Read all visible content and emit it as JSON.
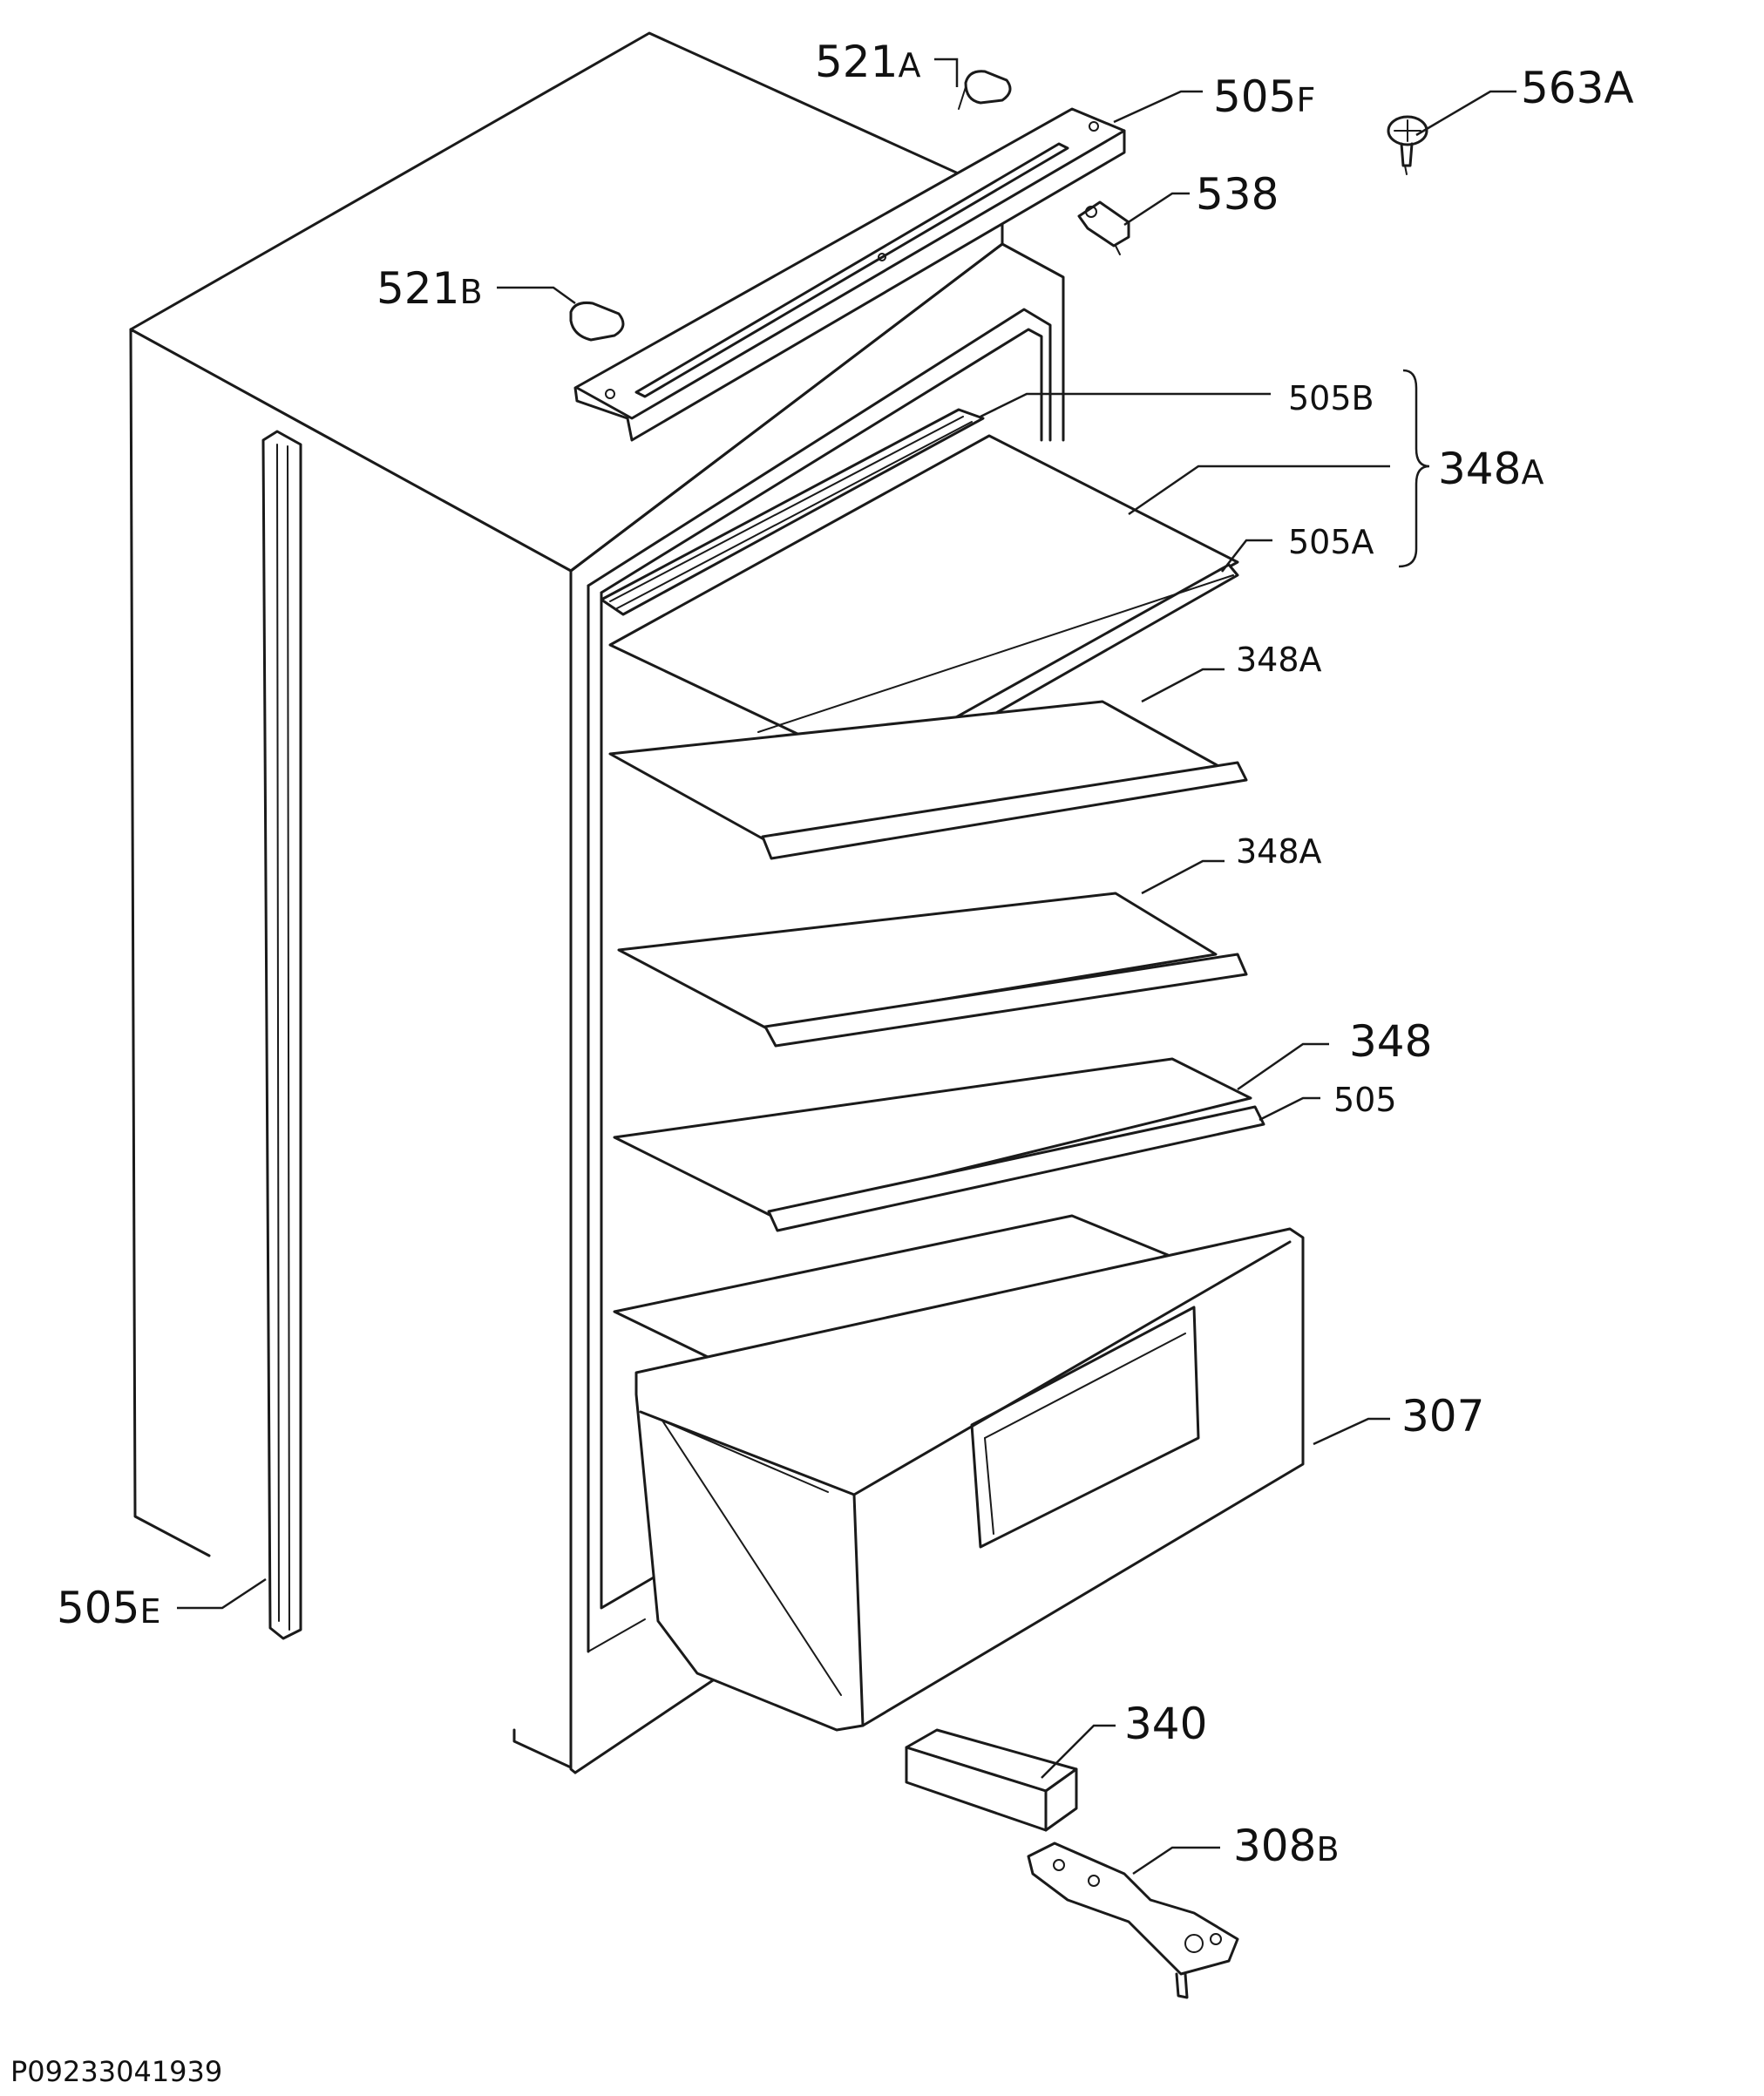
{
  "drawing": {
    "code": "P09233041939",
    "callouts": {
      "c521a": {
        "num": "521",
        "suf": "A"
      },
      "c505f": {
        "num": "505",
        "suf": "F"
      },
      "c563a": {
        "num": "563A",
        "suf": ""
      },
      "c538": {
        "num": "538",
        "suf": ""
      },
      "c521b": {
        "num": "521",
        "suf": "B"
      },
      "c505b": {
        "num": "505B",
        "suf": ""
      },
      "c348a_group": {
        "num": "348",
        "suf": "A"
      },
      "c505a": {
        "num": "505A",
        "suf": ""
      },
      "c348a_2": {
        "num": "348",
        "suf": "A"
      },
      "c348a_3": {
        "num": "348",
        "suf": "A"
      },
      "c348": {
        "num": "348",
        "suf": ""
      },
      "c505": {
        "num": "505",
        "suf": ""
      },
      "c307": {
        "num": "307",
        "suf": ""
      },
      "c505e": {
        "num": "505",
        "suf": "E"
      },
      "c340": {
        "num": "340",
        "suf": ""
      },
      "c308b": {
        "num": "308",
        "suf": "B"
      }
    }
  },
  "colors": {
    "line": "#1a1a1a",
    "background": "#ffffff"
  }
}
